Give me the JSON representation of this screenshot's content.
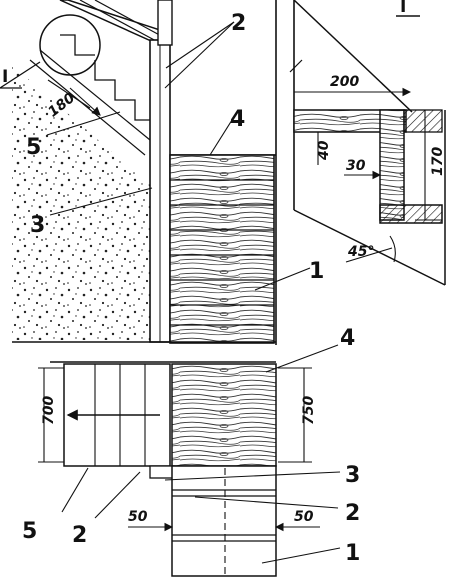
{
  "callouts": {
    "c1_top": "1",
    "c2_top": "2",
    "c3_top": "3",
    "c4_top": "4",
    "c5_top": "5",
    "c1_bottom": "1",
    "c2_bottom_right": "2",
    "c2_bottom_left": "2",
    "c3_bottom": "3",
    "c4_bottom": "4",
    "c5_bottom": "5"
  },
  "section_mark": {
    "left": "I",
    "detail": "I"
  },
  "dimensions": {
    "d180": "180",
    "d200": "200",
    "d40": "40",
    "d30": "30",
    "d170": "170",
    "angle": "45°",
    "d700": "700",
    "d750": "750",
    "d50_left": "50",
    "d50_right": "50"
  }
}
